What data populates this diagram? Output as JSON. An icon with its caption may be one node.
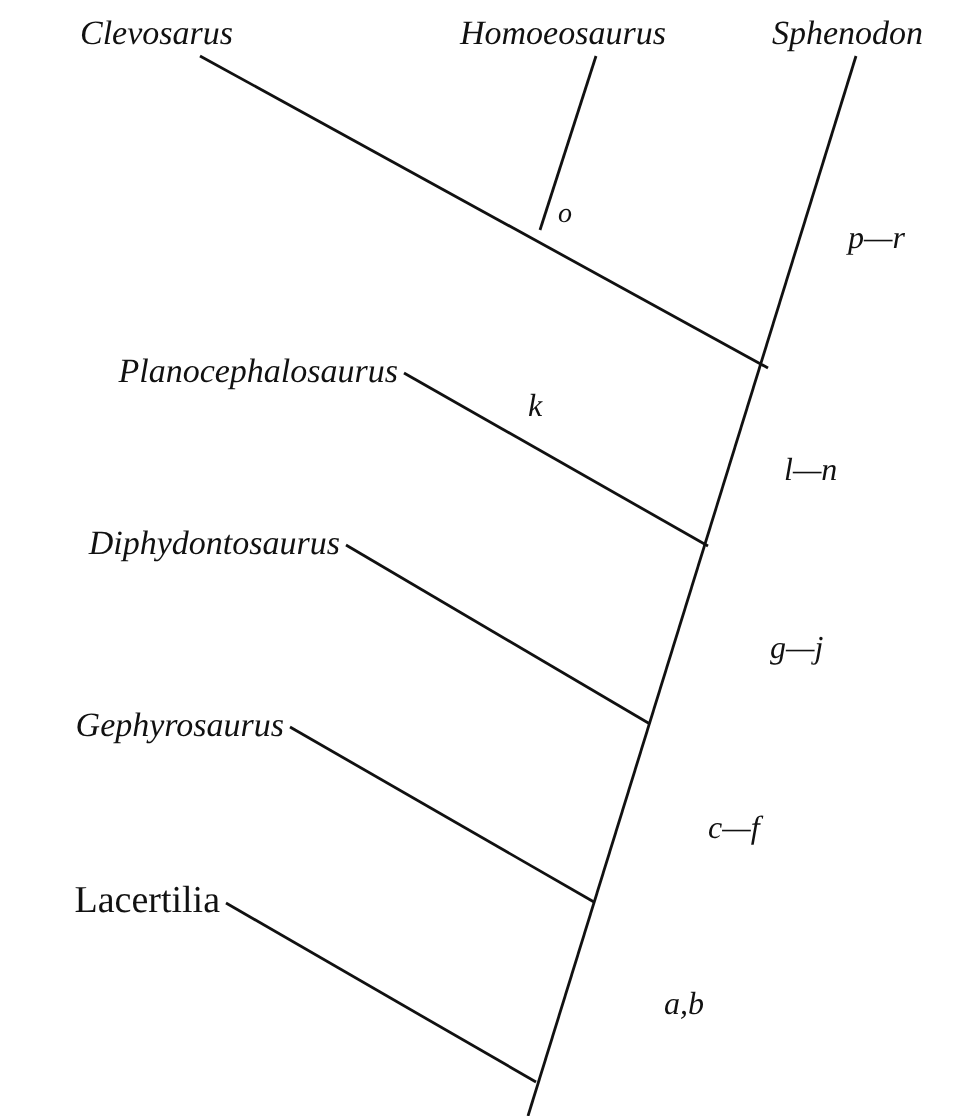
{
  "diagram": {
    "nodes": [
      {
        "text": [
          "Clevosarus"
        ]
      },
      {
        "text": [
          "Homoeosaurus"
        ]
      },
      {
        "text": [
          "Sphenodon"
        ]
      },
      {
        "text": [
          "Planocephalosaurus"
        ]
      },
      {
        "text": [
          "Diphydontosaurus"
        ]
      },
      {
        "text": [
          "Gephyrosaurus"
        ]
      },
      {
        "text": [
          "Lacertilia"
        ]
      }
    ],
    "edges": [
      {
        "from": null,
        "to": 2,
        "arrow": "none"
      },
      {
        "from": 0,
        "to": null,
        "arrow": "none"
      },
      {
        "from": 1,
        "to": null,
        "arrow": "none"
      },
      {
        "from": 3,
        "to": null,
        "arrow": "none"
      },
      {
        "from": 4,
        "to": null,
        "arrow": "none"
      },
      {
        "from": 5,
        "to": null,
        "arrow": "none"
      },
      {
        "from": 6,
        "to": null,
        "arrow": "none"
      }
    ],
    "labels": [
      "o",
      "p—r",
      "k",
      "l—n",
      "g—j",
      "c—f",
      "a,b"
    ]
  }
}
